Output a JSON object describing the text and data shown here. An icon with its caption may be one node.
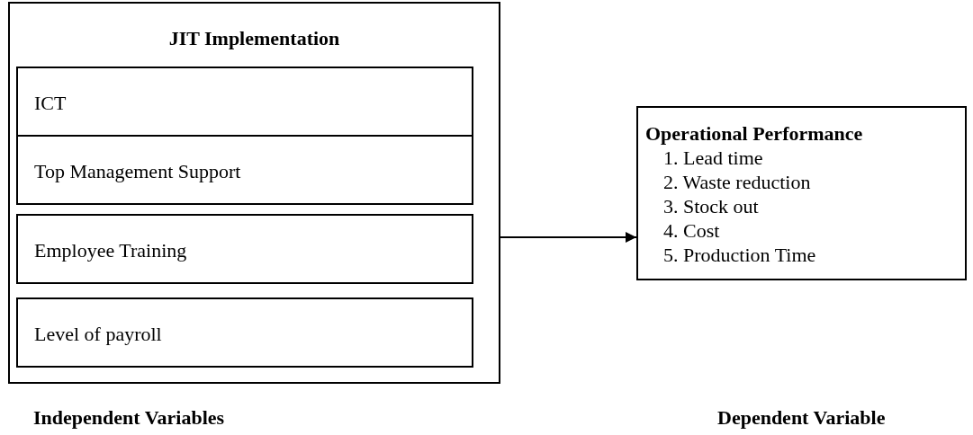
{
  "diagram": {
    "nodes": [
      {
        "text": [
          "JIT Implementation"
        ]
      },
      {
        "text": [
          "ICT"
        ],
        "in": 0
      },
      {
        "text": [
          "Top Management Support"
        ],
        "in": 0
      },
      {
        "text": [
          "Employee Training"
        ],
        "in": 0
      },
      {
        "text": [
          "Level of payroll"
        ],
        "in": 0
      },
      {
        "text": [
          "Operational Performance",
          "1. Lead time",
          "2. Waste reduction",
          "3. Stock out",
          "4. Cost",
          "5. Production Time"
        ]
      }
    ],
    "edges": [
      {
        "from": 0,
        "to": 5,
        "arrow": "to"
      }
    ],
    "labels": [
      "Independent Variables",
      "Dependent Variable"
    ]
  }
}
